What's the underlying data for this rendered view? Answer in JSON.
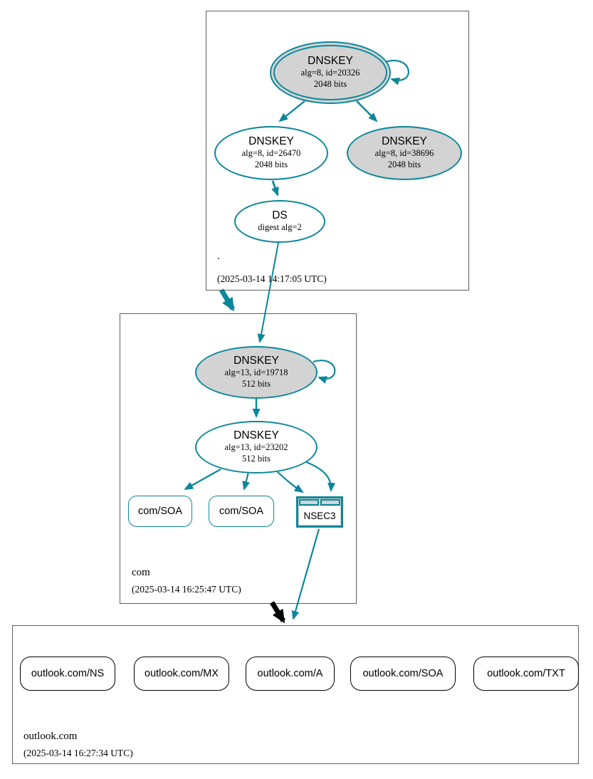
{
  "colors": {
    "secure_teal": "#0a879a",
    "insecure_black": "#000000",
    "key_fill_gray": "#d3d3d3",
    "zone_border_gray": "#5f5f5f"
  },
  "zones": {
    "root": {
      "label": ".",
      "timestamp": "(2025-03-14 14:17:05 UTC)"
    },
    "com": {
      "label": "com",
      "timestamp": "(2025-03-14 16:25:47 UTC)"
    },
    "outlook": {
      "label": "outlook.com",
      "timestamp": "(2025-03-14 16:27:34 UTC)"
    }
  },
  "nodes": {
    "root_ksk": {
      "title": "DNSKEY",
      "alg": "alg=8, id=20326",
      "bits": "2048 bits"
    },
    "root_zsk": {
      "title": "DNSKEY",
      "alg": "alg=8, id=26470",
      "bits": "2048 bits"
    },
    "root_key2": {
      "title": "DNSKEY",
      "alg": "alg=8, id=38696",
      "bits": "2048 bits"
    },
    "root_ds": {
      "title": "DS",
      "detail": "digest alg=2"
    },
    "com_ksk": {
      "title": "DNSKEY",
      "alg": "alg=13, id=19718",
      "bits": "512 bits"
    },
    "com_zsk": {
      "title": "DNSKEY",
      "alg": "alg=13, id=23202",
      "bits": "512 bits"
    },
    "com_soa_1": {
      "label": "com/SOA"
    },
    "com_soa_2": {
      "label": "com/SOA"
    },
    "com_nsec3": {
      "label": "NSEC3"
    },
    "outlook_ns": {
      "label": "outlook.com/NS"
    },
    "outlook_mx": {
      "label": "outlook.com/MX"
    },
    "outlook_a": {
      "label": "outlook.com/A"
    },
    "outlook_soa": {
      "label": "outlook.com/SOA"
    },
    "outlook_txt": {
      "label": "outlook.com/TXT"
    }
  }
}
